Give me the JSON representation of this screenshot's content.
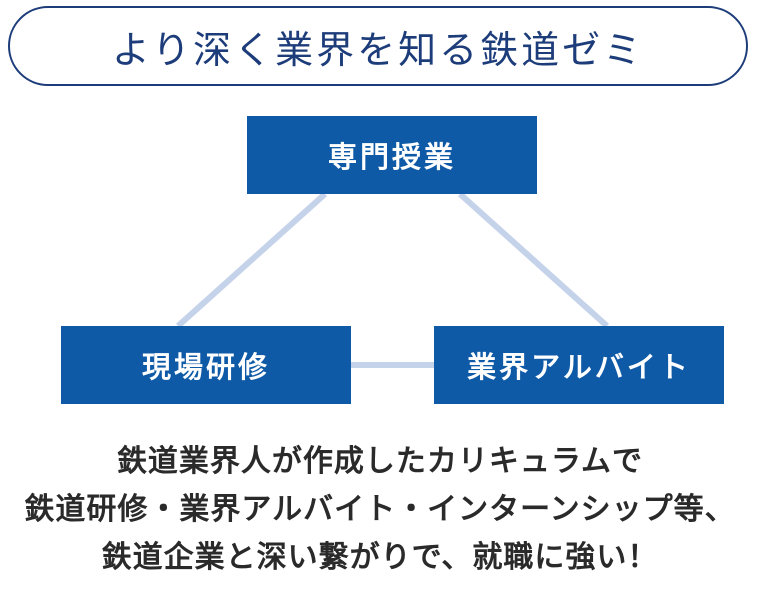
{
  "title": "より深く業界を知る鉄道ゼミ",
  "nodes": {
    "top": "専門授業",
    "left": "現場研修",
    "right": "業界アルバイト"
  },
  "colors": {
    "title_border": "#1d3c7a",
    "title_text": "#1d3c7a",
    "box_fill": "#0f5aa6",
    "box_text": "#ffffff",
    "connector": "#c5d3ea",
    "body_text": "#2a2a2a"
  },
  "description": {
    "line1": "鉄道業界人が作成したカリキュラムで",
    "line2": "鉄道研修・業界アルバイト・インターンシップ等、",
    "line3": "鉄道企業と深い繋がりで、就職に強い！"
  }
}
